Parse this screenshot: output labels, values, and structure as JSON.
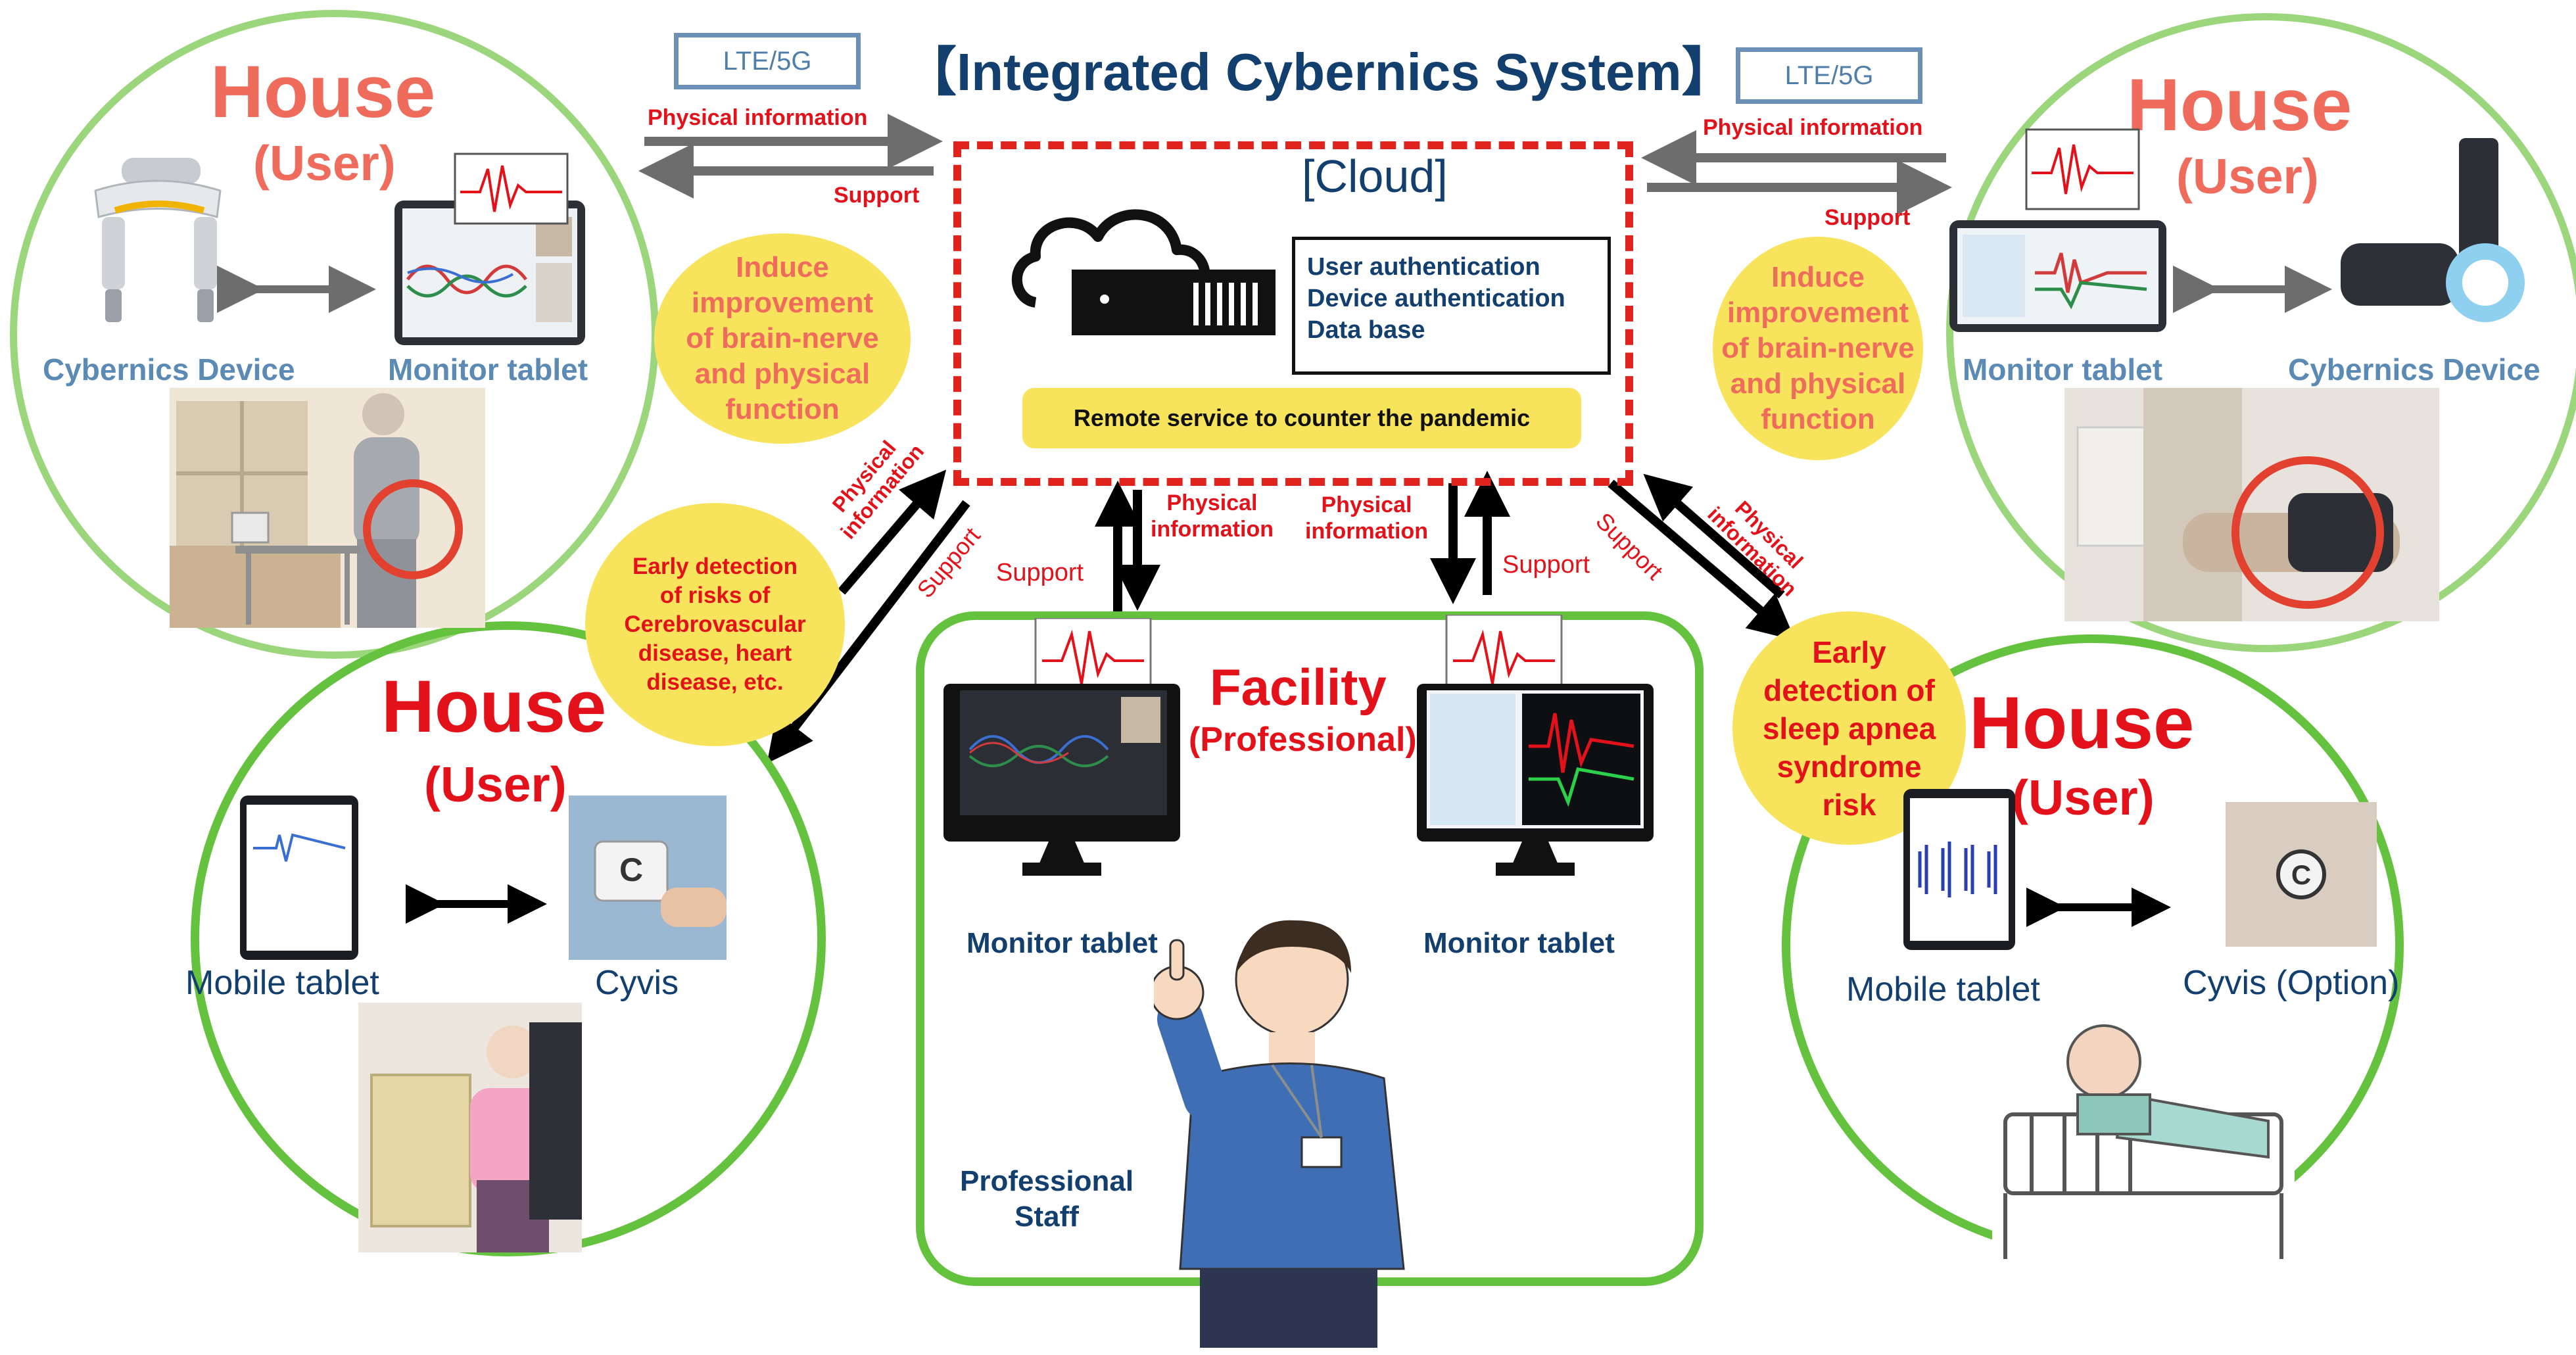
{
  "title": "【Integrated Cybernics System】",
  "lte_labels": [
    "LTE/5G",
    "LTE/5G"
  ],
  "cloud": {
    "label": "[Cloud]",
    "info_lines": [
      "User authentication",
      "Device authentication",
      "Data base"
    ],
    "remote_service": "Remote service to counter the pandemic"
  },
  "arrows": {
    "physical_information": "Physical information",
    "support": "Support",
    "physical_info_2line": [
      "Physical",
      "information"
    ]
  },
  "houses": {
    "top_left": {
      "house": "House",
      "user": "(User)",
      "device_label": "Cybernics Device",
      "tablet_label": "Monitor tablet",
      "bubble": [
        "Induce",
        "improvement",
        "of brain-nerve",
        "and physical",
        "function"
      ]
    },
    "top_right": {
      "house": "House",
      "user": "(User)",
      "device_label": "Cybernics Device",
      "tablet_label": "Monitor tablet",
      "bubble": [
        "Induce",
        "improvement",
        "of brain-nerve",
        "and physical",
        "function"
      ]
    },
    "bottom_left": {
      "house": "House",
      "user": "(User)",
      "tablet_label": "Mobile tablet",
      "device_label": "Cyvis",
      "bubble": [
        "Early detection",
        "of risks of",
        "Cerebrovascular",
        "disease, heart",
        "disease, etc."
      ]
    },
    "bottom_right": {
      "house": "House",
      "user": "(User)",
      "tablet_label": "Mobile tablet",
      "device_label": "Cyvis (Option)",
      "bubble": [
        "Early",
        "detection of",
        "sleep apnea",
        "syndrome",
        "risk"
      ]
    }
  },
  "facility": {
    "title": "Facility",
    "subtitle": "(Professional)",
    "monitor_left": "Monitor tablet",
    "monitor_right": "Monitor tablet",
    "staff": [
      "Professional",
      "Staff"
    ]
  },
  "colors": {
    "green_light": "#9bd67d",
    "green": "#64c23e",
    "red": "#e3121a",
    "salmon": "#ef6b5c",
    "navy": "#123f6e",
    "yellow": "#f8e45c",
    "cloud_border": "#e0231c"
  }
}
